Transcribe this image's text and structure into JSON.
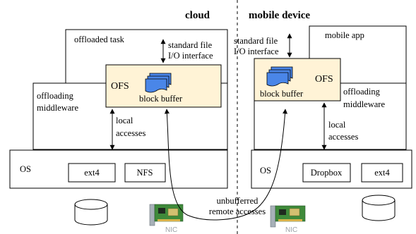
{
  "cloud": {
    "heading": "cloud",
    "offloaded_task": "offloaded task",
    "interface_line1": "standard file",
    "interface_line2": "I/O interface",
    "ofs": "OFS",
    "block_buffer": "block buffer",
    "middleware_line1": "offloading",
    "middleware_line2": "middleware",
    "local_line1": "local",
    "local_line2": "accesses",
    "os": "OS",
    "fs1": "ext4",
    "fs2": "NFS",
    "nic": "NIC"
  },
  "mobile": {
    "heading": "mobile device",
    "app": "mobile app",
    "interface_line1": "standard file",
    "interface_line2": "I/O interface",
    "ofs": "OFS",
    "block_buffer": "block buffer",
    "middleware_line1": "offloading",
    "middleware_line2": "middleware",
    "local_line1": "local",
    "local_line2": "accesses",
    "os": "OS",
    "fs1": "Dropbox",
    "fs2": "ext4",
    "nic": "NIC"
  },
  "remote": {
    "line1": "unbufferred",
    "line2": "remote accesses"
  },
  "colors": {
    "ofs_fill": "#fff3d6",
    "buffer_fill": "#4a86e8",
    "nic_board": "#3f8a3a",
    "nic_bracket": "#a7b0b8"
  }
}
